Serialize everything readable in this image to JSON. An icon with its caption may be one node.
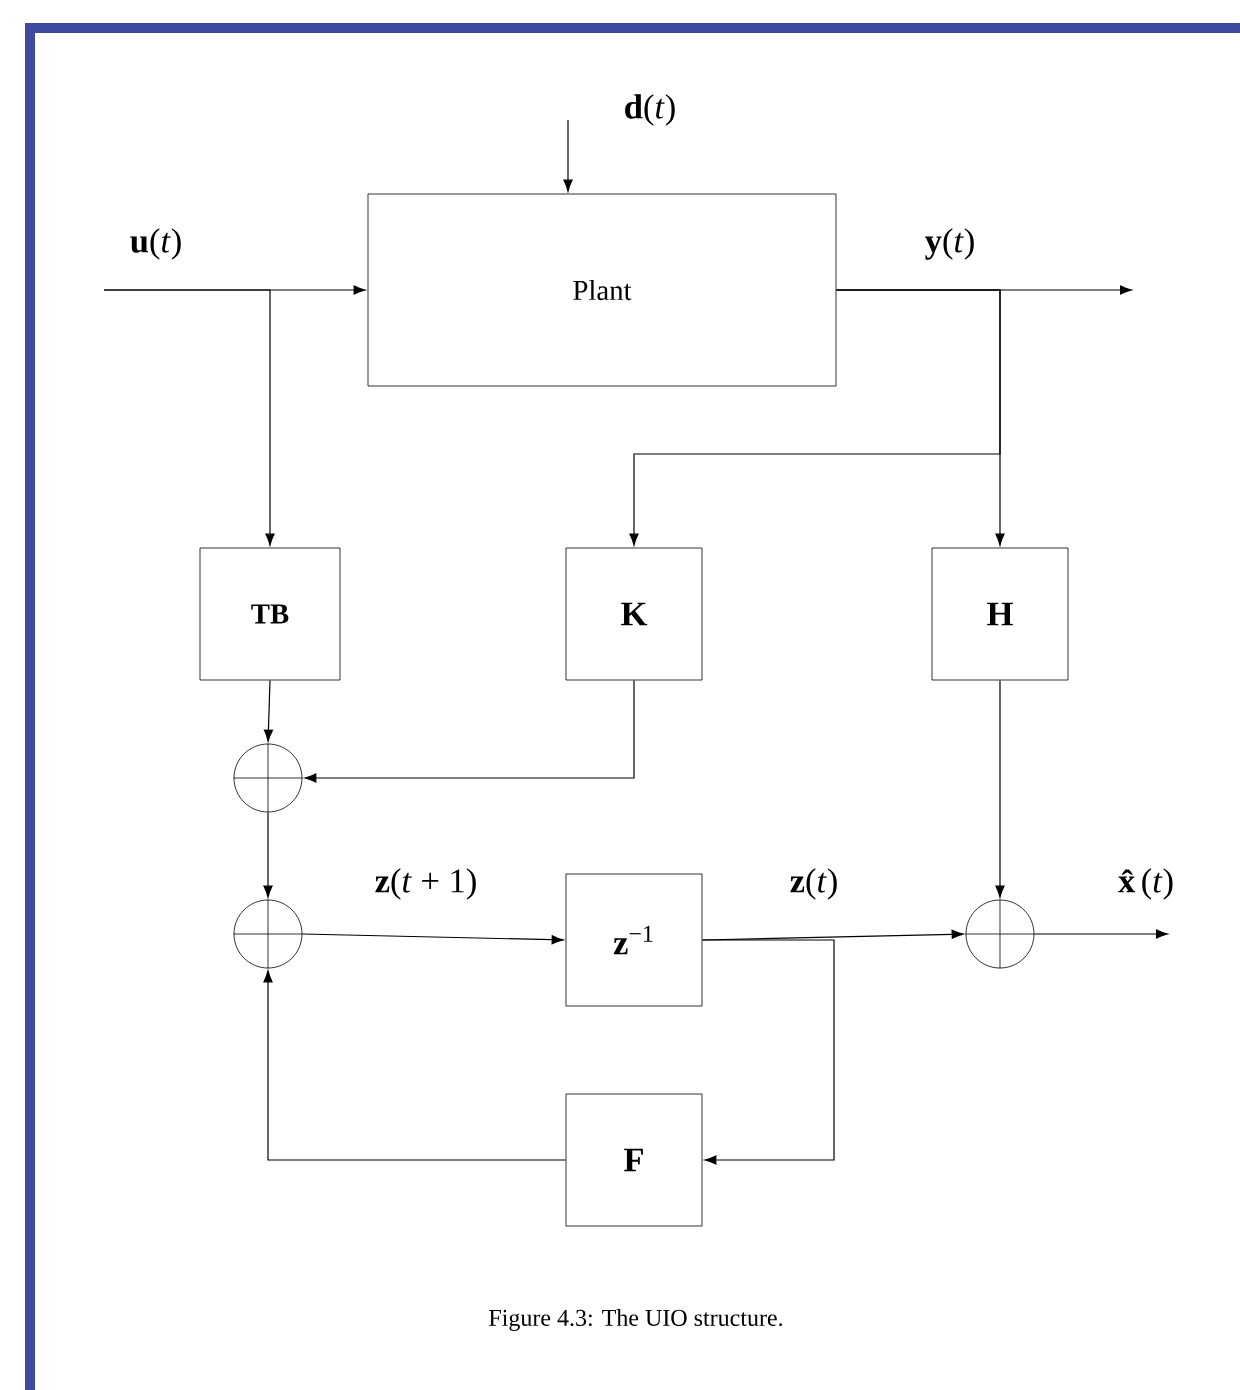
{
  "diagram": {
    "caption": "Figure 4.3: The UIO structure.",
    "nodes": [
      {
        "text": [
          "Plant"
        ]
      },
      {
        "text": [
          "TB"
        ]
      },
      {
        "text": [
          "K"
        ]
      },
      {
        "text": [
          "H"
        ]
      },
      {
        "text": [],
        "shape": "circle"
      },
      {
        "text": [],
        "shape": "circle"
      },
      {
        "text": [
          "**z**$^{−1}$"
        ]
      },
      {
        "text": [],
        "shape": "circle"
      },
      {
        "text": [
          "F"
        ]
      }
    ],
    "edges": [
      {
        "from": null,
        "to": 0,
        "arrow": "to",
        "label": "**u**(*t*)"
      },
      {
        "from": null,
        "to": 1,
        "arrow": "to"
      },
      {
        "from": null,
        "to": 0,
        "arrow": "to",
        "label": "**d**(*t*)"
      },
      {
        "from": 0,
        "to": null,
        "arrow": "to",
        "label": "**y**(*t*)"
      },
      {
        "from": 0,
        "to": 2,
        "arrow": "to"
      },
      {
        "from": 0,
        "to": 3,
        "arrow": "to"
      },
      {
        "from": 1,
        "to": 4,
        "arrow": "to"
      },
      {
        "from": 2,
        "to": 4,
        "arrow": "to"
      },
      {
        "from": 4,
        "to": 5,
        "arrow": "to"
      },
      {
        "from": 8,
        "to": 5,
        "arrow": "to"
      },
      {
        "from": 5,
        "to": 6,
        "arrow": "to",
        "label": "**z**(*t* + 1)"
      },
      {
        "from": 6,
        "to": 7,
        "arrow": "to",
        "label": "**z**(*t*)"
      },
      {
        "from": 6,
        "to": 8,
        "arrow": "to"
      },
      {
        "from": 3,
        "to": 7,
        "arrow": "to"
      },
      {
        "from": 7,
        "to": null,
        "arrow": "to",
        "label": "**x̂**(*t*)"
      }
    ]
  }
}
